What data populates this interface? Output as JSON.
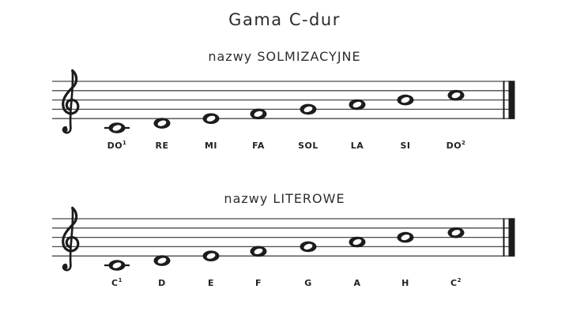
{
  "title": "Gama C-dur",
  "colors": {
    "ink": "#1c1c1c",
    "staff_line": "#4a4a4a",
    "label_text": "#222222",
    "background": "#ffffff"
  },
  "staves": [
    {
      "name": "solmization-staff",
      "heading": "nazwy SOLMIZACYJNE",
      "clef": "treble",
      "notes": [
        {
          "label": "DO",
          "sup": "1",
          "step": 0,
          "pitch": "C4"
        },
        {
          "label": "RE",
          "sup": "",
          "step": 1,
          "pitch": "D4"
        },
        {
          "label": "MI",
          "sup": "",
          "step": 2,
          "pitch": "E4"
        },
        {
          "label": "FA",
          "sup": "",
          "step": 3,
          "pitch": "F4"
        },
        {
          "label": "SOL",
          "sup": "",
          "step": 4,
          "pitch": "G4"
        },
        {
          "label": "LA",
          "sup": "",
          "step": 5,
          "pitch": "A4"
        },
        {
          "label": "SI",
          "sup": "",
          "step": 6,
          "pitch": "H4"
        },
        {
          "label": "DO",
          "sup": "2",
          "step": 7,
          "pitch": "C5"
        }
      ]
    },
    {
      "name": "letter-names-staff",
      "heading": "nazwy LITEROWE",
      "clef": "treble",
      "notes": [
        {
          "label": "C",
          "sup": "1",
          "step": 0,
          "pitch": "C4"
        },
        {
          "label": "D",
          "sup": "",
          "step": 1,
          "pitch": "D4"
        },
        {
          "label": "E",
          "sup": "",
          "step": 2,
          "pitch": "E4"
        },
        {
          "label": "F",
          "sup": "",
          "step": 3,
          "pitch": "F4"
        },
        {
          "label": "G",
          "sup": "",
          "step": 4,
          "pitch": "G4"
        },
        {
          "label": "A",
          "sup": "",
          "step": 5,
          "pitch": "A4"
        },
        {
          "label": "H",
          "sup": "",
          "step": 6,
          "pitch": "H4"
        },
        {
          "label": "C",
          "sup": "2",
          "step": 7,
          "pitch": "C5"
        }
      ]
    }
  ]
}
